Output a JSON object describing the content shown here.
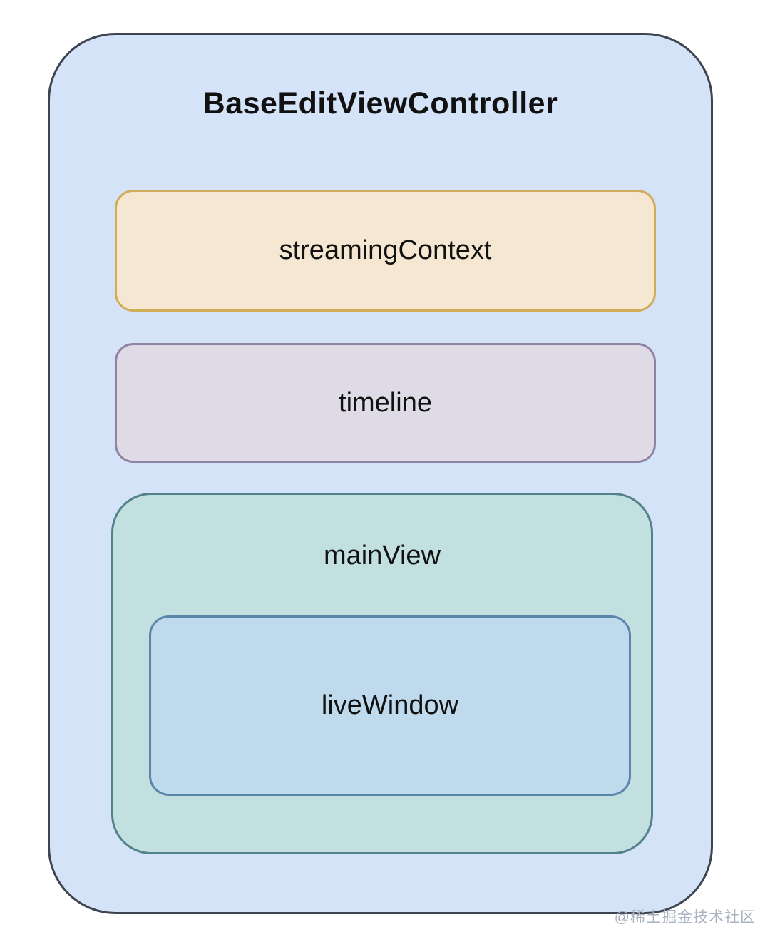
{
  "diagram": {
    "title": "BaseEditViewController",
    "boxes": [
      {
        "id": "streamingContext",
        "label": "streamingContext"
      },
      {
        "id": "timeline",
        "label": "timeline"
      },
      {
        "id": "mainView",
        "label": "mainView"
      },
      {
        "id": "liveWindow",
        "label": "liveWindow"
      }
    ]
  },
  "watermark": {
    "text": "@稀土掘金技术社区"
  },
  "colors": {
    "outer_fill": "#d5e3f8",
    "outer_border": "#3e4450",
    "streaming_fill": "#f6e7d2",
    "streaming_border": "#cfac55",
    "timeline_fill": "#dedae6",
    "timeline_border": "#9083a2",
    "mainview_fill": "#c3e0e1",
    "mainview_border": "#54828c",
    "livewindow_fill": "#bedaec",
    "livewindow_border": "#5b85ab",
    "text": "#111111",
    "watermark": "#a9b2bf"
  }
}
